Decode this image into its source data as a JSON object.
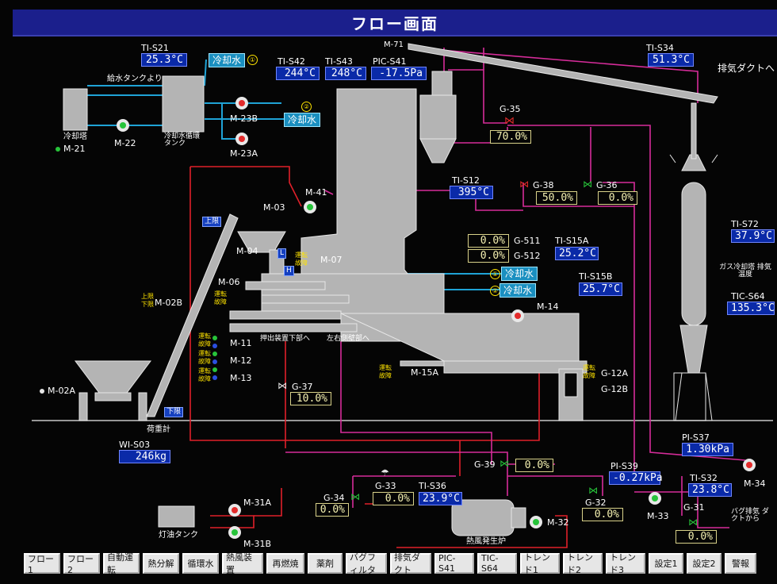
{
  "title": "フロー画面",
  "labels": {
    "ti_s21": "TI-S21",
    "ti_s42": "TI-S42",
    "ti_s43": "TI-S43",
    "pic_s41": "PIC-S41",
    "ti_s34": "TI-S34",
    "m71": "M-71",
    "exhaust_duct": "排気ダクトへ",
    "feed_tank": "給水タンクより",
    "cooling_tower": "冷却塔",
    "m21": "M-21",
    "m22": "M-22",
    "cool_tank": "冷却水循環 タンク",
    "m23b": "M-23B",
    "m23a": "M-23A",
    "g35": "G-35",
    "ti_s12": "TI-S12",
    "g38": "G-38",
    "g36": "G-36",
    "m41": "M-41",
    "m03": "M-03",
    "m04": "M-04",
    "m07": "M-07",
    "m06": "M-06",
    "upper_limit": "上限",
    "m02b": "M-02B",
    "m11": "M-11",
    "m12": "M-12",
    "m13": "M-13",
    "g511": "G-511",
    "g512": "G-512",
    "ti_s15a": "TI-S15A",
    "ti_s15b": "TI-S15B",
    "m14": "M-14",
    "ti_s72": "TI-S72",
    "gas_cooler": "ガス冷却塔 排気温度",
    "tic_s64": "TIC-S64",
    "push_out": "押出装置下部へ",
    "lr_side": "左右側壁部へ",
    "g37": "G-37",
    "m15a": "M-15A",
    "g12a": "G-12A",
    "g12b": "G-12B",
    "m02a": "M-02A",
    "lower_limit": "下限",
    "load_meter": "荷重計",
    "wi_s03": "WI-S03",
    "pi_s37": "PI-S37",
    "g39": "G-39",
    "pi_s39": "PI-S39",
    "m34": "M-34",
    "g33": "G-33",
    "ti_s36": "TI-S36",
    "g34": "G-34",
    "ti_s32": "TI-S32",
    "g32": "G-32",
    "m33": "M-33",
    "g31": "G-31",
    "bag_filter_duct": "バグ排気 ダクトから",
    "m31a": "M-31A",
    "m31b": "M-31B",
    "kerosene_tank": "灯油タンク",
    "hot_air_gen": "熱風発生炉",
    "m32": "M-32",
    "cooling_water": "冷却水",
    "badge1": "①",
    "badge2": "②"
  },
  "values": {
    "ti_s21": "25.3°C",
    "ti_s42": "244°C",
    "ti_s43": "248°C",
    "pic_s41": "-17.5Pa",
    "ti_s34": "51.3°C",
    "g35": "70.0%",
    "ti_s12": "395°C",
    "g38": "50.0%",
    "g36": "0.0%",
    "g511": "0.0%",
    "g512": "0.0%",
    "ti_s15a": "25.2°C",
    "ti_s15b": "25.7°C",
    "ti_s72": "37.9°C",
    "tic_s64": "135.3°C",
    "g37": "10.0%",
    "wi_s03": "246kg",
    "pi_s37": "1.30kPa",
    "g39": "0.0%",
    "pi_s39": "-0.27kPa",
    "g33": "0.0%",
    "ti_s36": "23.9°C",
    "g34": "0.0%",
    "ti_s32": "23.8°C",
    "g32": "0.0%",
    "g31": "0.0%"
  },
  "motor_tags": {
    "run": "運転",
    "fault": "故障",
    "upper": "上限",
    "lower": "下限",
    "l": "L",
    "h": "H"
  },
  "nav": [
    "フロー1",
    "フロー2",
    "自動運転",
    "熱分解",
    "循環水",
    "熱風装置",
    "再燃焼",
    "薬剤",
    "バグフィルタ",
    "排気ダクト",
    "PIC-S41",
    "TIC-S64",
    "トレンド1",
    "トレンド2",
    "トレンド3",
    "設定1",
    "設定2",
    "警報"
  ],
  "colors": {
    "title_bar": "#1b1f8c",
    "pipe_water": "#1fa3d6",
    "pipe_hot": "#e0202a",
    "pipe_gas": "#d62c9a",
    "equipment": "#b4b4b4"
  },
  "icons": [
    "pump-icon",
    "valve-icon",
    "fan-icon",
    "heater-icon"
  ]
}
